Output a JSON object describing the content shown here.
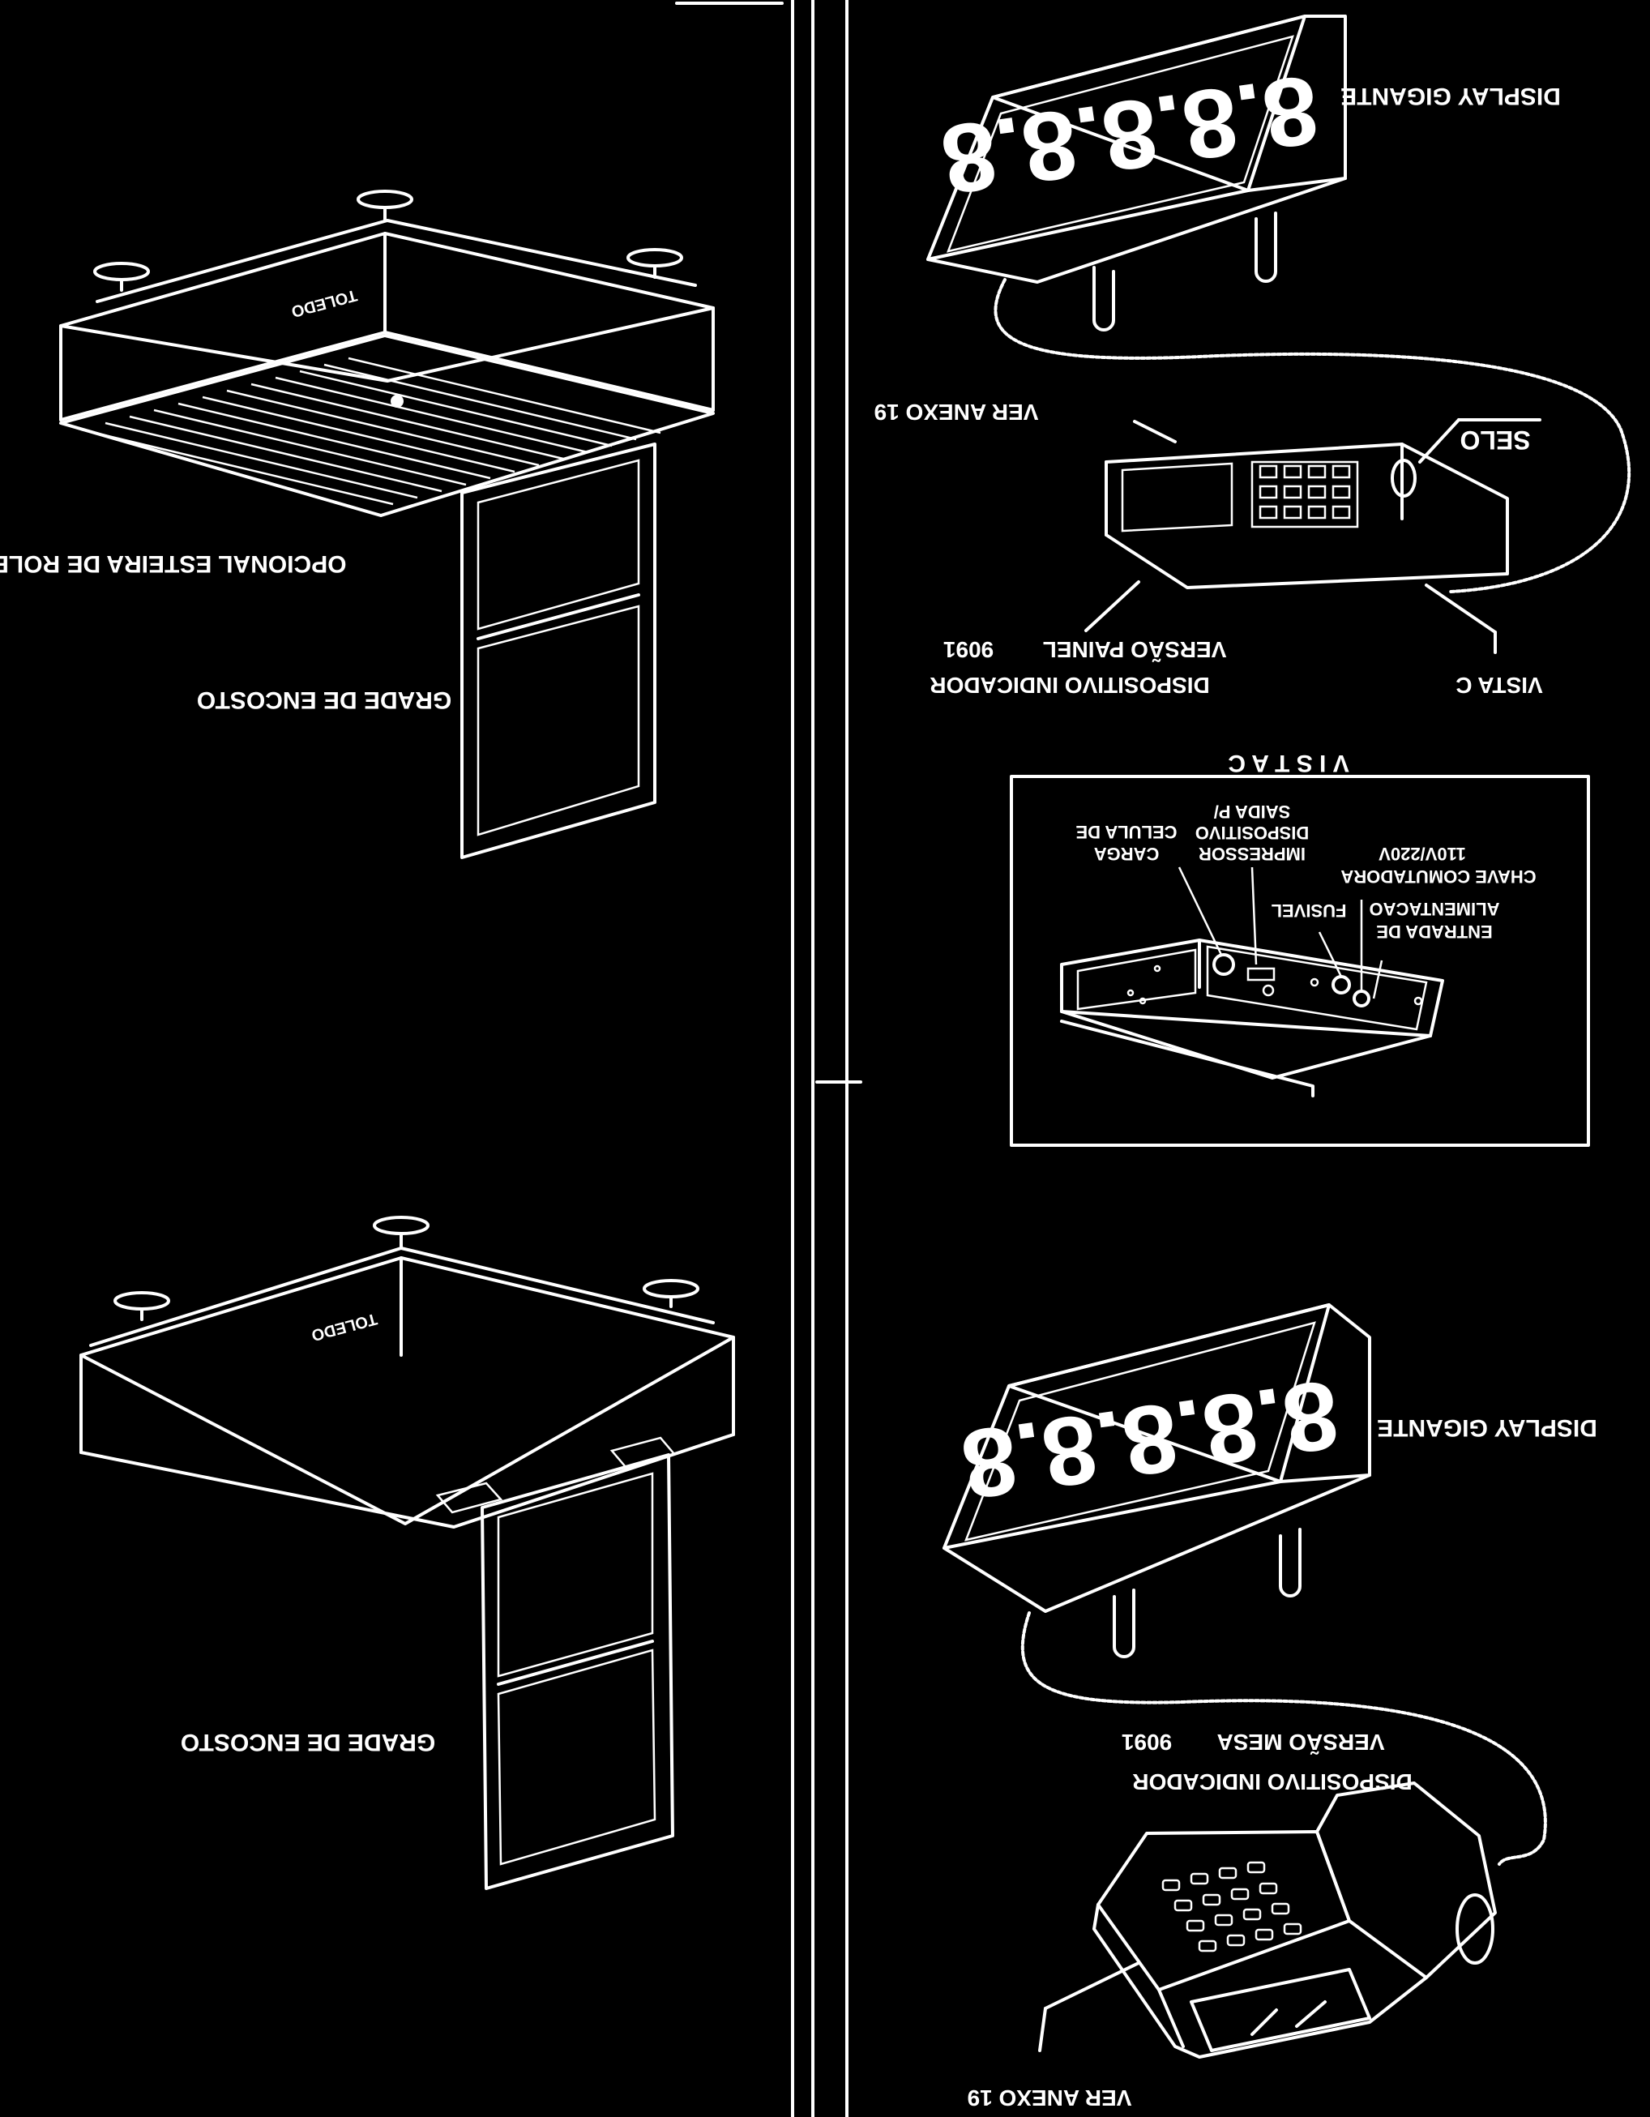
{
  "left_panel": {
    "scale_top": {
      "brand": "TOLEDO",
      "roller_label": "OPCIONAL ESTEIRA DE ROLETES",
      "grade_label": "GRADE DE ENCOSTO"
    },
    "scale_bottom": {
      "brand": "TOLEDO",
      "grade_label": "GRADE DE ENCOSTO"
    }
  },
  "right_panel": {
    "display_top": {
      "digits": "8.8.8.8.8",
      "label": "DISPLAY GIGANTE"
    },
    "see_annex_top": "VER ANEXO 19",
    "panel_indicator": {
      "seal_label": "SELO",
      "model": "9091",
      "version": "VERSÃO PAINEL",
      "name": "DISPOSITIVO INDICADOR",
      "view_ref": "VISTA C"
    },
    "view_c": {
      "title": "V I S T A  C",
      "callouts": {
        "load_cell": [
          "CELULA DE",
          "CARGA"
        ],
        "printer_output": [
          "SAIDA P/",
          "DISPOSITIVO",
          "IMPRESSOR"
        ],
        "fuse": "FUSIVEL",
        "switch": [
          "110V/220V",
          "CHAVE COMUTADORA"
        ],
        "power_input": [
          "ALIMENTACAO",
          "ENTRADA DE"
        ]
      }
    },
    "display_bottom": {
      "digits": "8.8.8.8.8",
      "label": "DISPLAY GIGANTE"
    },
    "desk_indicator": {
      "model": "9091",
      "version": "VERSÃO MESA",
      "name": "DISPOSITIVO INDICADOR"
    },
    "see_annex_bottom": "VER ANEXO 19"
  }
}
